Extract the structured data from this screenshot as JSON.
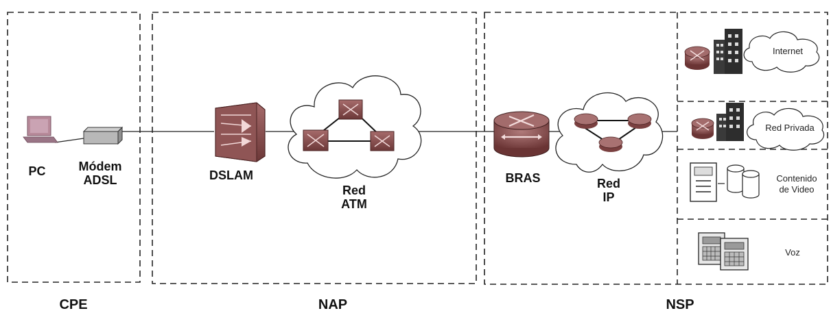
{
  "zones": {
    "cpe": "CPE",
    "nap": "NAP",
    "nsp": "NSP"
  },
  "devices": {
    "pc": "PC",
    "modem_line1": "Módem",
    "modem_line2": "ADSL",
    "dslam": "DSLAM",
    "red_atm_line1": "Red",
    "red_atm_line2": "ATM",
    "bras": "BRAS",
    "red_ip_line1": "Red",
    "red_ip_line2": "IP"
  },
  "services": {
    "internet": "Internet",
    "red_privada": "Red Privada",
    "video_line1": "Contenido",
    "video_line2": "de Video",
    "voz": "Voz"
  },
  "colors": {
    "device_fill": "#8c5555",
    "device_dark": "#5a2b2b",
    "building_fill": "#3a3a3a",
    "line": "#222222"
  },
  "icons": [
    "pc-icon",
    "modem-icon",
    "dslam-icon",
    "atm-switch-icon",
    "cloud-icon",
    "bras-router-icon",
    "ip-router-icon",
    "building-icon",
    "server-icon",
    "database-icon",
    "phone-icon"
  ]
}
